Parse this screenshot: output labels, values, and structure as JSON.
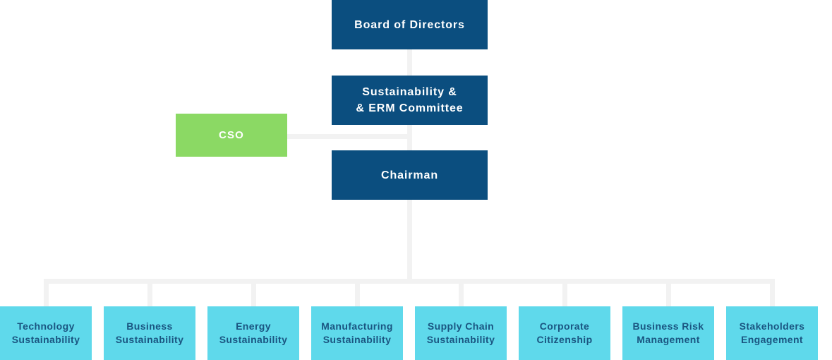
{
  "palette": {
    "dark_blue": "#0B4E7F",
    "cyan": "#5FD9EB",
    "green": "#8BD964",
    "line_gray": "#F2F2F2",
    "dept_text": "#1A5581",
    "node_text": "#FFFFFF"
  },
  "chart": {
    "board": {
      "label": "Board of Directors"
    },
    "committee": {
      "line1": "Sustainability &",
      "line2": "& ERM Committee"
    },
    "chairman": {
      "label": "Chairman"
    },
    "cso": {
      "label": "CSO"
    },
    "departments": [
      {
        "line1": "Technology",
        "line2": "Sustainability"
      },
      {
        "line1": "Business",
        "line2": "Sustainability"
      },
      {
        "line1": "Energy",
        "line2": "Sustainability"
      },
      {
        "line1": "Manufacturing",
        "line2": "Sustainability"
      },
      {
        "line1": "Supply Chain",
        "line2": "Sustainability"
      },
      {
        "line1": "Corporate",
        "line2": "Citizenship"
      },
      {
        "line1": "Business Risk",
        "line2": "Management"
      },
      {
        "line1": "Stakeholders",
        "line2": "Engagement"
      }
    ]
  }
}
